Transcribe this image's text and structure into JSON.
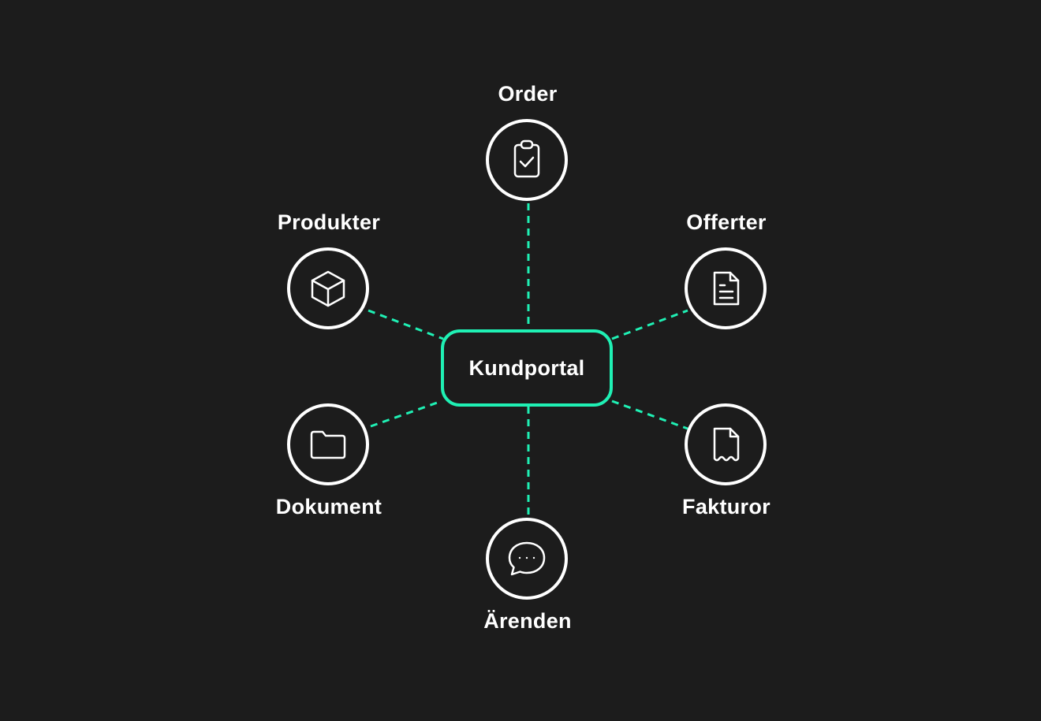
{
  "diagram": {
    "hub": {
      "label": "Kundportal",
      "border_color": "#1ff0b4"
    },
    "connector_color": "#1ff0b4",
    "background_color": "#1c1c1c",
    "nodes": [
      {
        "label": "Order",
        "icon": "clipboard-check-icon"
      },
      {
        "label": "Offerter",
        "icon": "document-lines-icon"
      },
      {
        "label": "Fakturor",
        "icon": "receipt-icon"
      },
      {
        "label": "Ärenden",
        "icon": "chat-bubble-icon"
      },
      {
        "label": "Dokument",
        "icon": "folder-icon"
      },
      {
        "label": "Produkter",
        "icon": "box-icon"
      }
    ]
  }
}
